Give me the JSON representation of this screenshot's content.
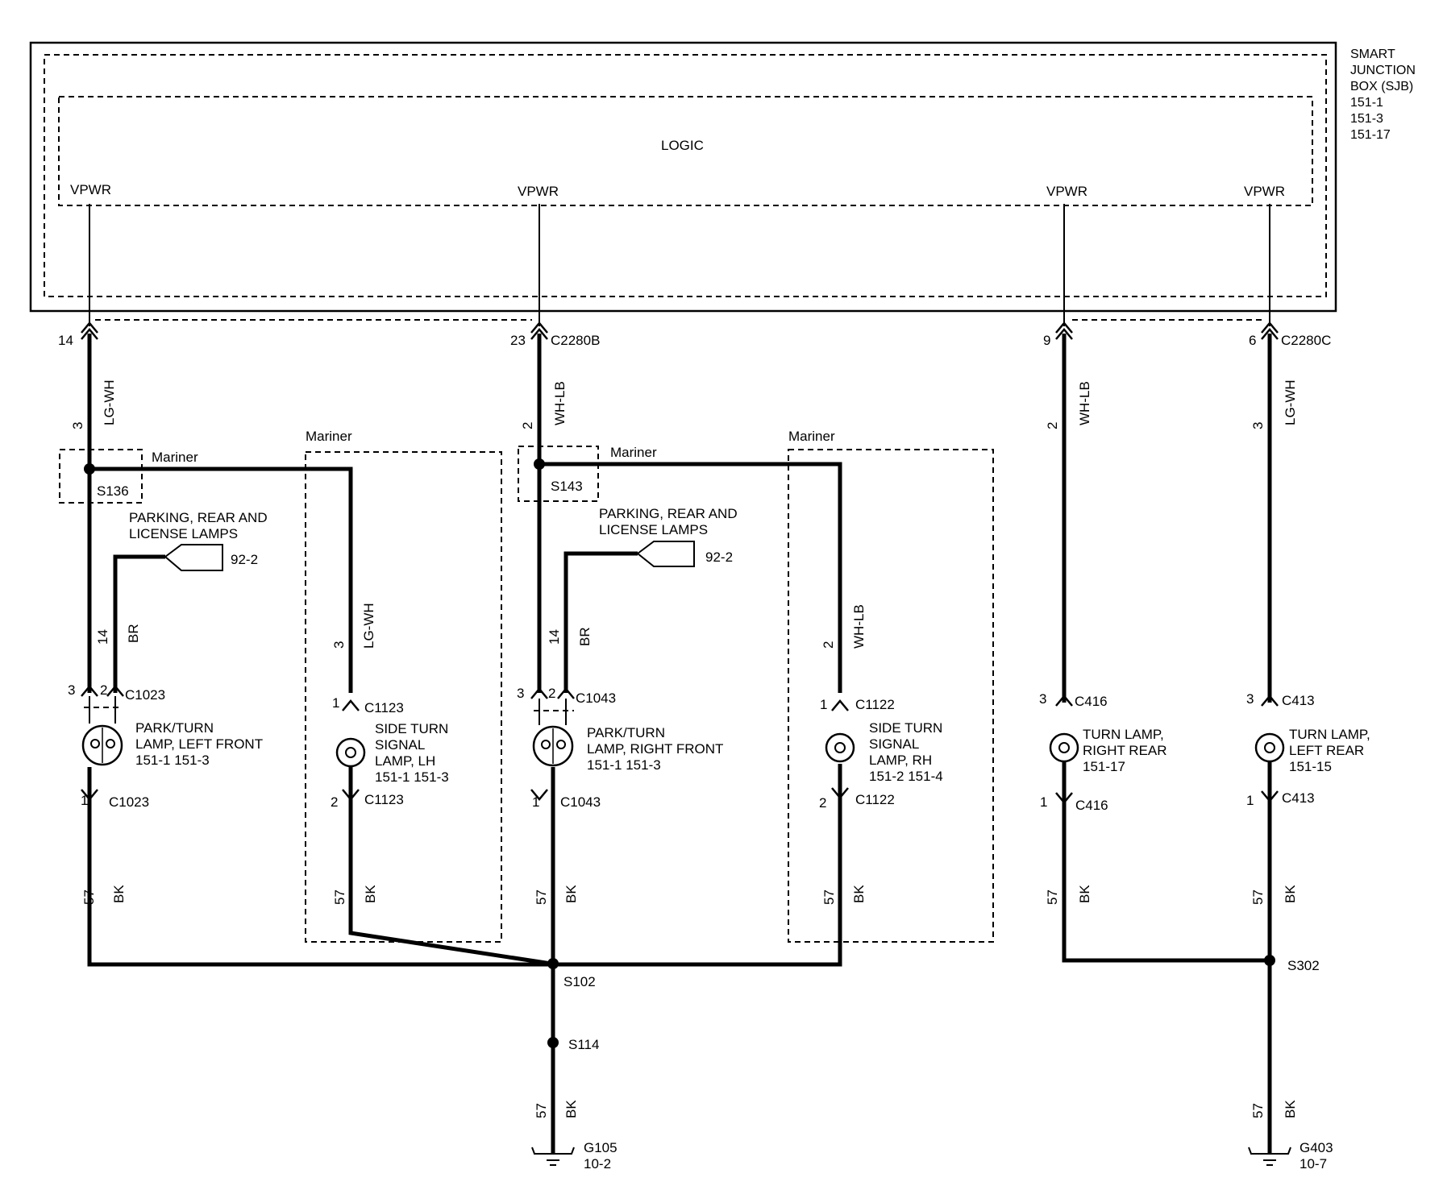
{
  "sjb": {
    "title_lines": [
      "SMART",
      "JUNCTION",
      "BOX (SJB)",
      "151-1",
      "151-3",
      "151-17"
    ],
    "logic": "LOGIC",
    "vpwr": [
      "VPWR",
      "VPWR",
      "VPWR",
      "VPWR"
    ]
  },
  "pins": {
    "c1_pin": "14",
    "c2_pin": "23",
    "c2_id": "C2280B",
    "c3_pin": "9",
    "c4_pin": "6",
    "c4_id": "C2280C"
  },
  "wires": {
    "w1_num": "3",
    "w1_color": "LG-WH",
    "w2_num": "2",
    "w2_color": "WH-LB",
    "w3_num": "2",
    "w3_color": "WH-LB",
    "w4_num": "3",
    "w4_color": "LG-WH",
    "br1_num": "14",
    "br1_color": "BR",
    "br2_num": "14",
    "br2_color": "BR",
    "lg_side_num": "3",
    "lg_side_color": "LG-WH",
    "wh_side_num": "2",
    "wh_side_color": "WH-LB",
    "bk_num": "57",
    "bk_color": "BK"
  },
  "marks": {
    "mariner": "Mariner",
    "s136": "S136",
    "s143": "S143",
    "s102": "S102",
    "s114": "S114",
    "s302": "S302",
    "g105": "G105",
    "g105_ref": "10-2",
    "g403": "G403",
    "g403_ref": "10-7"
  },
  "refs": {
    "parking1": [
      "PARKING, REAR AND",
      "LICENSE LAMPS"
    ],
    "parking1_page": "92-2",
    "parking2": [
      "PARKING, REAR AND",
      "LICENSE LAMPS"
    ],
    "parking2_page": "92-2"
  },
  "connectors": {
    "park_left_top_a": "3",
    "park_left_top_b": "2",
    "park_left_top_id": "C1023",
    "park_left_bot_pin": "1",
    "park_left_bot_id": "C1023",
    "side_lh_top_pin": "1",
    "side_lh_top_id": "C1123",
    "side_lh_bot_pin": "2",
    "side_lh_bot_id": "C1123",
    "park_right_top_a": "3",
    "park_right_top_b": "2",
    "park_right_top_id": "C1043",
    "park_right_bot_pin": "1",
    "park_right_bot_id": "C1043",
    "side_rh_top_pin": "1",
    "side_rh_top_id": "C1122",
    "side_rh_bot_pin": "2",
    "side_rh_bot_id": "C1122",
    "rr_top_pin": "3",
    "rr_top_id": "C416",
    "rr_bot_pin": "1",
    "rr_bot_id": "C416",
    "lr_top_pin": "3",
    "lr_top_id": "C413",
    "lr_bot_pin": "1",
    "lr_bot_id": "C413"
  },
  "lamps": {
    "park_left": [
      "PARK/TURN",
      "LAMP, LEFT   FRONT",
      "151-1        151-3"
    ],
    "side_lh": [
      "SIDE TURN",
      "SIGNAL",
      "LAMP, LH",
      "151-1        151-3"
    ],
    "park_right": [
      "PARK/TURN",
      "LAMP, RIGHT   FRONT",
      "151-1        151-3"
    ],
    "side_rh": [
      "SIDE TURN",
      "SIGNAL",
      "LAMP, RH",
      "151-2        151-4"
    ],
    "turn_rr": [
      "TURN LAMP,",
      "RIGHT REAR",
      "151-17"
    ],
    "turn_lr": [
      "TURN LAMP,",
      "LEFT REAR",
      "151-15"
    ]
  }
}
